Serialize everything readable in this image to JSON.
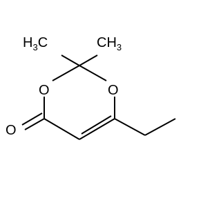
{
  "molecule": {
    "atoms": {
      "methyl_left": {
        "element": "H3C",
        "main": "H",
        "subscript": "3",
        "tail": "C"
      },
      "methyl_right": {
        "element": "CH3",
        "main": "CH",
        "subscript": "3"
      },
      "ring_oxygen_left": {
        "label": "O"
      },
      "ring_oxygen_right": {
        "label": "O"
      },
      "carbonyl_oxygen": {
        "label": "O"
      }
    },
    "colors": {
      "bond": "#000000",
      "label": "#000000",
      "background": "#ffffff"
    }
  }
}
